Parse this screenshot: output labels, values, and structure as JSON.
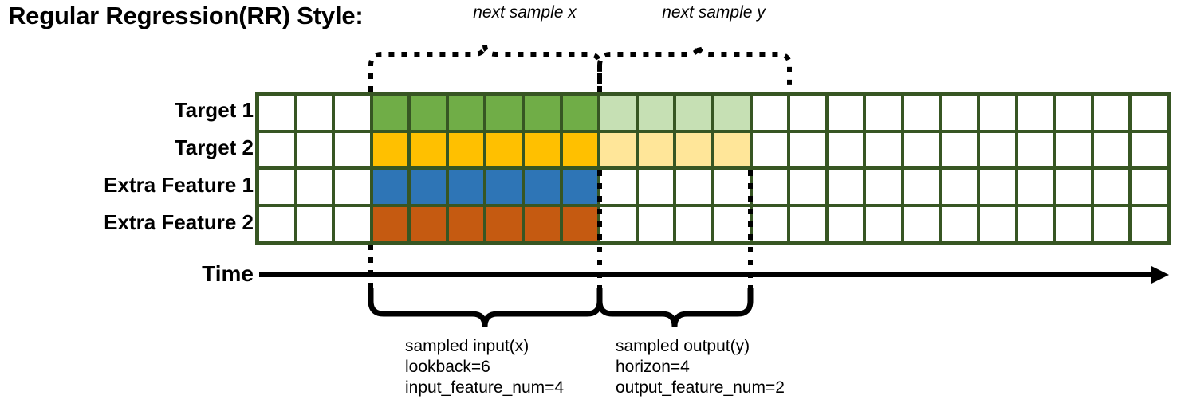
{
  "title": "Regular Regression(RR) Style:",
  "rows": [
    {
      "label": "Target 1",
      "color": "#70AD47",
      "faded_color": "#C6E0B4",
      "has_output": true
    },
    {
      "label": "Target 2",
      "color": "#FFC000",
      "faded_color": "#FFE699",
      "has_output": true
    },
    {
      "label": "Extra Feature 1",
      "color": "#2E75B6",
      "faded_color": "#FFFFFF",
      "has_output": false
    },
    {
      "label": "Extra Feature 2",
      "color": "#C55A11",
      "faded_color": "#FFFFFF",
      "has_output": false
    }
  ],
  "grid": {
    "total_columns": 24,
    "leading_blank_columns": 3,
    "input_columns": 6,
    "output_columns": 4,
    "trailing_blank_columns": 11,
    "line_color": "#375623",
    "empty_color": "#FFFFFF"
  },
  "axis": {
    "label": "Time"
  },
  "top_braces": [
    {
      "text": "next sample x"
    },
    {
      "text": "next sample y"
    }
  ],
  "bottom_braces": [
    {
      "line1": "sampled input(x)",
      "line2": "lookback=6",
      "line3": "input_feature_num=4"
    },
    {
      "line1": "sampled output(y)",
      "line2": "horizon=4",
      "line3": "output_feature_num=2"
    }
  ]
}
